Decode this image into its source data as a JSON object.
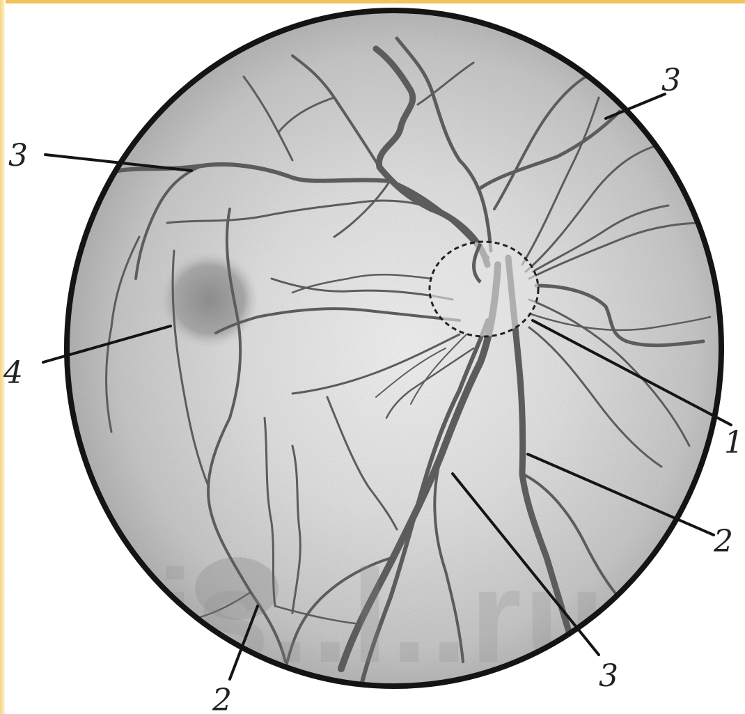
{
  "figure": {
    "labels": [
      {
        "id": "fovea",
        "text": "4"
      },
      {
        "id": "optic-disc",
        "text": "1"
      },
      {
        "id": "vein-right",
        "text": "2"
      },
      {
        "id": "vein-bottom",
        "text": "2"
      },
      {
        "id": "artery-top-left",
        "text": "3"
      },
      {
        "id": "artery-top-right",
        "text": "3"
      },
      {
        "id": "artery-bottom",
        "text": "3"
      }
    ],
    "watermark": "sis..l..ru",
    "colors": {
      "frame": "#f2c35a",
      "outline": "#141414",
      "vessel": "#5c5c5c",
      "fundus": "#b9b9b9"
    }
  }
}
